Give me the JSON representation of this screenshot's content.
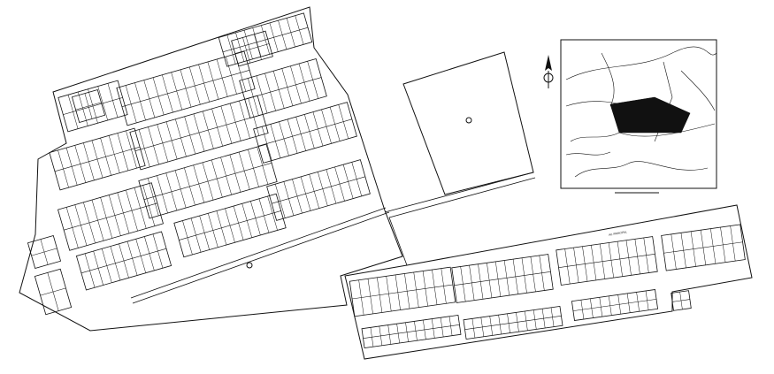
{
  "drawing": {
    "stroke_color": "#111111",
    "background": "#ffffff",
    "street_labels": [
      "AV. PRINCIPAL"
    ],
    "legend": {
      "title": "",
      "subtitle": ""
    }
  },
  "inset_map": {
    "north_arrow": "north-arrow-icon",
    "labels": []
  },
  "parcel": {
    "label_lines": [
      "",
      ""
    ]
  },
  "blocks": [
    {
      "id": "mz-a"
    },
    {
      "id": "mz-b"
    },
    {
      "id": "mz-c"
    },
    {
      "id": "mz-d"
    },
    {
      "id": "mz-e"
    },
    {
      "id": "mz-f"
    },
    {
      "id": "mz-g"
    },
    {
      "id": "mz-h"
    },
    {
      "id": "mz-i"
    },
    {
      "id": "mz-j"
    },
    {
      "id": "mz-k"
    },
    {
      "id": "mz-l"
    },
    {
      "id": "mz-m"
    },
    {
      "id": "mz-n"
    },
    {
      "id": "mz-o"
    },
    {
      "id": "mz-p"
    },
    {
      "id": "mz-q"
    },
    {
      "id": "mz-r"
    },
    {
      "id": "mz-s"
    },
    {
      "id": "mz-t"
    },
    {
      "id": "mz-u"
    },
    {
      "id": "mz-v"
    },
    {
      "id": "mz-w"
    },
    {
      "id": "mz-x"
    }
  ]
}
